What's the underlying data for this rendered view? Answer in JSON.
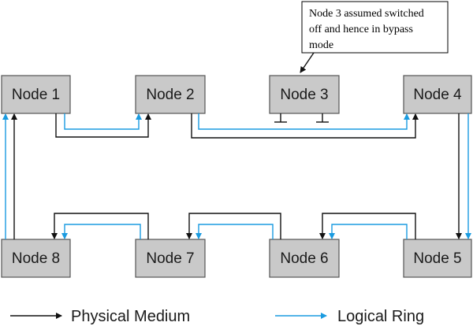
{
  "colors": {
    "physical": "#111111",
    "logical": "#1a9be0",
    "node_fill": "#c9c9c9"
  },
  "nodes": [
    {
      "id": "n1",
      "label": "Node 1"
    },
    {
      "id": "n2",
      "label": "Node 2"
    },
    {
      "id": "n3",
      "label": "Node 3"
    },
    {
      "id": "n4",
      "label": "Node 4"
    },
    {
      "id": "n5",
      "label": "Node 5"
    },
    {
      "id": "n6",
      "label": "Node 6"
    },
    {
      "id": "n7",
      "label": "Node 7"
    },
    {
      "id": "n8",
      "label": "Node 8"
    }
  ],
  "note": {
    "lines": [
      "Node 3 assumed switched",
      "off and hence in bypass",
      "mode"
    ]
  },
  "legend": {
    "physical_label": "Physical Medium",
    "logical_label": "Logical Ring"
  }
}
